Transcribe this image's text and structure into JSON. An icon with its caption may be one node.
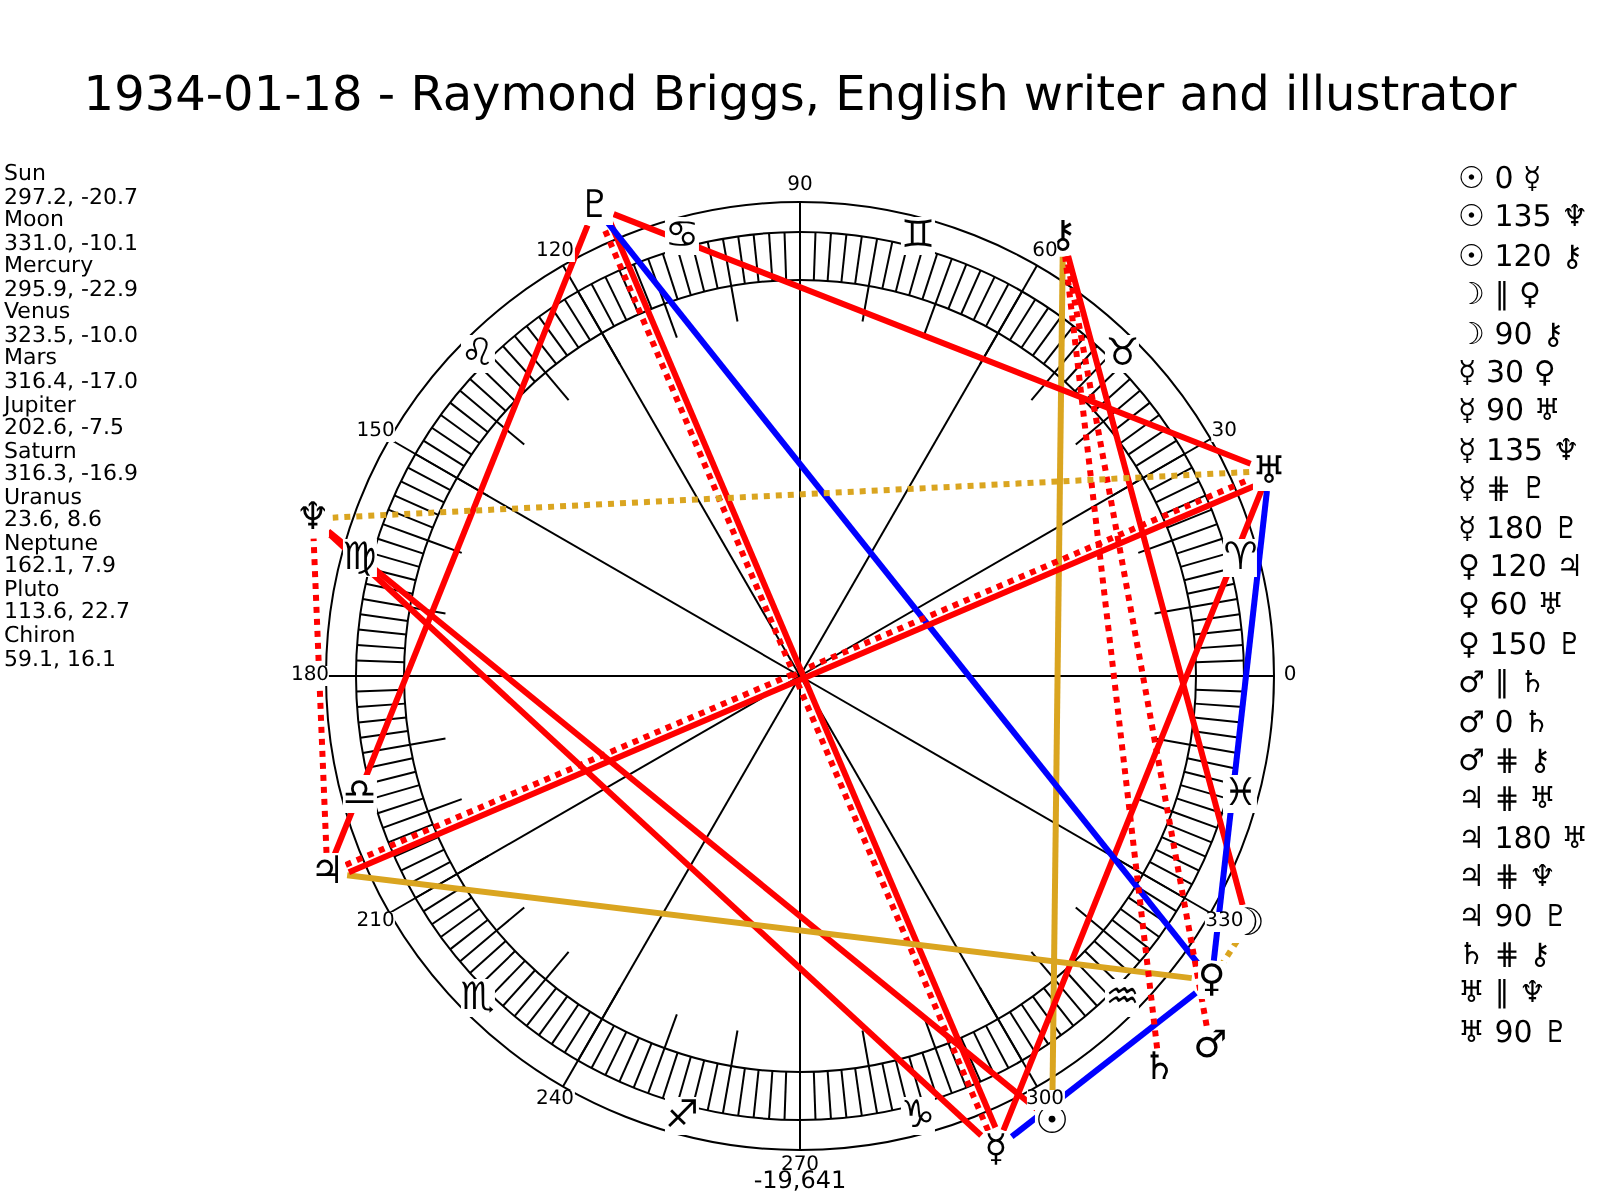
{
  "diagram": {
    "title": "1934-01-18 - Raymond Briggs, English writer and illustrator",
    "nodes": [
      {
        "text": [
          "☉"
        ]
      },
      {
        "text": [
          "☽"
        ]
      },
      {
        "text": [
          "☿"
        ]
      },
      {
        "text": [
          "♀"
        ]
      },
      {
        "text": [
          "♂"
        ]
      },
      {
        "text": [
          "♃"
        ]
      },
      {
        "text": [
          "♄"
        ]
      },
      {
        "text": [
          "♅"
        ]
      },
      {
        "text": [
          "♆"
        ]
      },
      {
        "text": [
          "♇"
        ]
      },
      {
        "text": [
          "⚷"
        ]
      }
    ],
    "edges": [
      {
        "from": 0,
        "to": 8,
        "arrow": "none"
      },
      {
        "from": 0,
        "to": 10,
        "arrow": "none",
        "color": "#daa520"
      },
      {
        "from": 1,
        "to": 3,
        "arrow": "none",
        "color": "#daa520",
        "style": "dashed"
      },
      {
        "from": 1,
        "to": 10,
        "arrow": "none"
      },
      {
        "from": 2,
        "to": 3,
        "arrow": "none",
        "color": "#0000ff"
      },
      {
        "from": 2,
        "to": 7,
        "arrow": "none"
      },
      {
        "from": 2,
        "to": 8,
        "arrow": "none"
      },
      {
        "from": 2,
        "to": 9,
        "arrow": "none",
        "style": "dashed"
      },
      {
        "from": 2,
        "to": 9,
        "arrow": "none"
      },
      {
        "from": 3,
        "to": 5,
        "arrow": "none",
        "color": "#daa520"
      },
      {
        "from": 3,
        "to": 7,
        "arrow": "none",
        "color": "#0000ff"
      },
      {
        "from": 3,
        "to": 9,
        "arrow": "none",
        "color": "#0000ff"
      },
      {
        "from": 4,
        "to": 10,
        "arrow": "none",
        "style": "dashed"
      },
      {
        "from": 5,
        "to": 7,
        "arrow": "none",
        "style": "dashed"
      },
      {
        "from": 5,
        "to": 7,
        "arrow": "none"
      },
      {
        "from": 5,
        "to": 8,
        "arrow": "none",
        "style": "dashed"
      },
      {
        "from": 5,
        "to": 9,
        "arrow": "none"
      },
      {
        "from": 6,
        "to": 10,
        "arrow": "none",
        "style": "dashed"
      },
      {
        "from": 7,
        "to": 8,
        "arrow": "none",
        "color": "#daa520",
        "style": "dashed"
      },
      {
        "from": 7,
        "to": 9,
        "arrow": "none"
      }
    ],
    "labels": [
      "Sun",
      "297.2, -20.7",
      "Moon",
      "331.0, -10.1",
      "Mercury",
      "295.9, -22.9",
      "Venus",
      "323.5, -10.0",
      "Mars",
      "316.4, -17.0",
      "Jupiter",
      "202.6, -7.5",
      "Saturn",
      "316.3, -16.9",
      "Uranus",
      "23.6, 8.6",
      "Neptune",
      "162.1, 7.9",
      "Pluto",
      "113.6, 22.7",
      "Chiron",
      "59.1, 16.1",
      "90",
      "120",
      "60",
      "150",
      "30",
      "180",
      "0",
      "210",
      "330",
      "240",
      "300",
      "270",
      "♋",
      "♊",
      "♌",
      "♉",
      "♍",
      "♈",
      "♎",
      "♓",
      "♏",
      "♒",
      "♐",
      "♑",
      "-19,641",
      "☉ 0 ☿",
      "☉ 135 ♆",
      "☉ 120 ⚷",
      "☽ ∥ ♀",
      "☽ 90 ⚷",
      "☿ 30 ♀",
      "☿ 90 ♅",
      "☿ 135 ♆",
      "☿ ⋕ ♇",
      "☿ 180 ♇",
      "♀ 120 ♃",
      "♀ 60 ♅",
      "♀ 150 ♇",
      "♂ ∥ ♄",
      "♂ 0 ♄",
      "♂ ⋕ ⚷",
      "♃ ⋕ ♅",
      "♃ 180 ♅",
      "♃ ⋕ ♆",
      "♃ 90 ♇",
      "♄ ⋕ ⚷",
      "♅ ∥ ♆",
      "♅ 90 ♇"
    ]
  }
}
